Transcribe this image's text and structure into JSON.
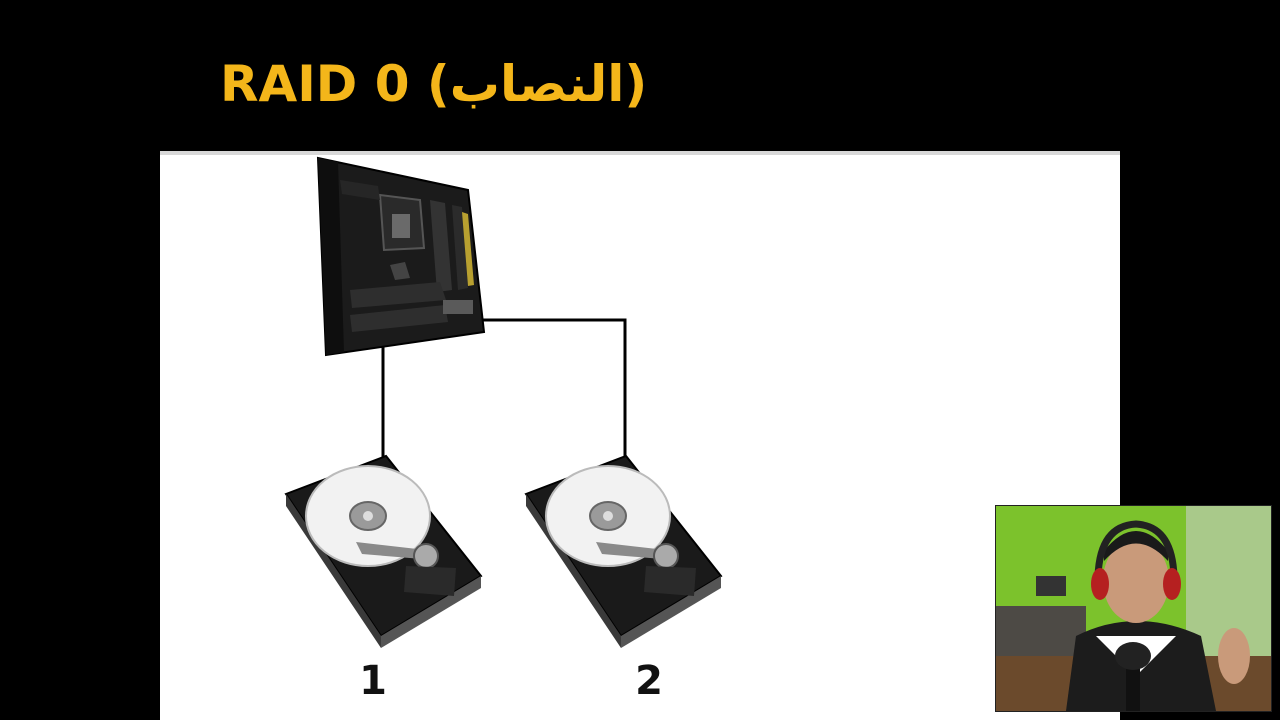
{
  "slide": {
    "title": "RAID 0 (النصاب)",
    "title_color": "#f4b61a",
    "background": "#000000",
    "panel_color": "#ffffff"
  },
  "diagram": {
    "motherboard_icon": "motherboard-icon",
    "drive_icon": "hard-drive-icon",
    "drives": [
      {
        "label": "1"
      },
      {
        "label": "2"
      }
    ],
    "wire_color": "#000000"
  },
  "webcam": {
    "icon": "presenter-webcam-icon",
    "wall_color": "#7cc22c"
  }
}
